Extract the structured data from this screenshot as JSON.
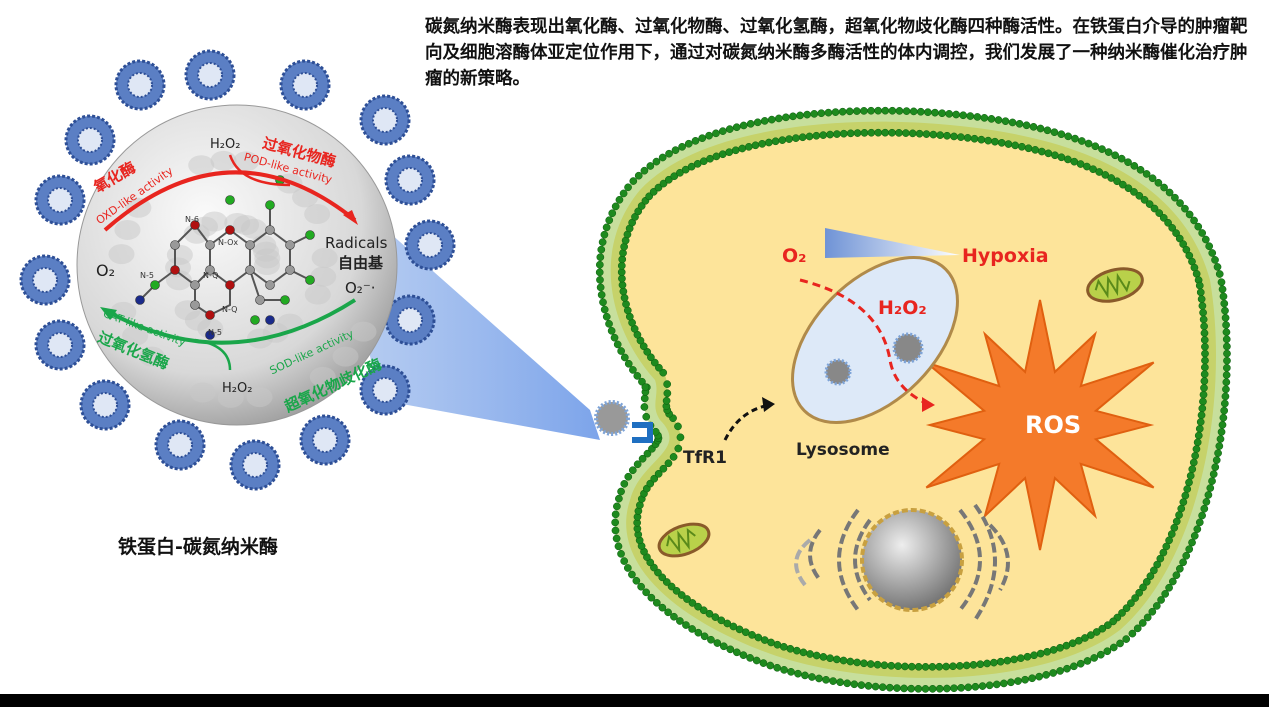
{
  "summary": "碳氮纳米酶表现出氧化酶、过氧化物酶、过氧化氢酶，超氧化物歧化酶四种酶活性。在铁蛋白介导的肿瘤靶向及细胞溶酶体亚定位作用下，通过对碳氮纳米酶多酶活性的体内调控，我们发展了一种纳米酶催化治疗肿瘤的新策略。",
  "nanozyme": {
    "caption": "铁蛋白-碳氮纳米酶",
    "oxd_cn": "氧化酶",
    "oxd_en": "OXD-like activity",
    "pod_cn": "过氧化物酶",
    "pod_en": "POD-like activity",
    "cat_cn": "过氧化氢酶",
    "cat_en": "CAT-like activity",
    "sod_cn": "超氧化物歧化酶",
    "sod_en": "SOD-like activity",
    "h2o2_top": "H₂O₂",
    "h2o2_bottom": "H₂O₂",
    "o2": "O₂",
    "radicals_en": "Radicals",
    "radicals_cn": "自由基",
    "superoxide": "O₂⁻·",
    "n_labels": [
      "N-6",
      "N-Ox",
      "N-5",
      "N-Q",
      "N-Q",
      "N-5"
    ]
  },
  "cell": {
    "o2": "O₂",
    "hypoxia": "Hypoxia",
    "h2o2": "H₂O₂",
    "lysosome": "Lysosome",
    "tfr1": "TfR1",
    "ros": "ROS"
  },
  "colors": {
    "red": "#e8251f",
    "green": "#1aa64a",
    "cytoplasm": "#fde49a",
    "membrane": "#1e8a1e",
    "ros": "#f47a2a",
    "lysosome": "#dde9f8"
  }
}
